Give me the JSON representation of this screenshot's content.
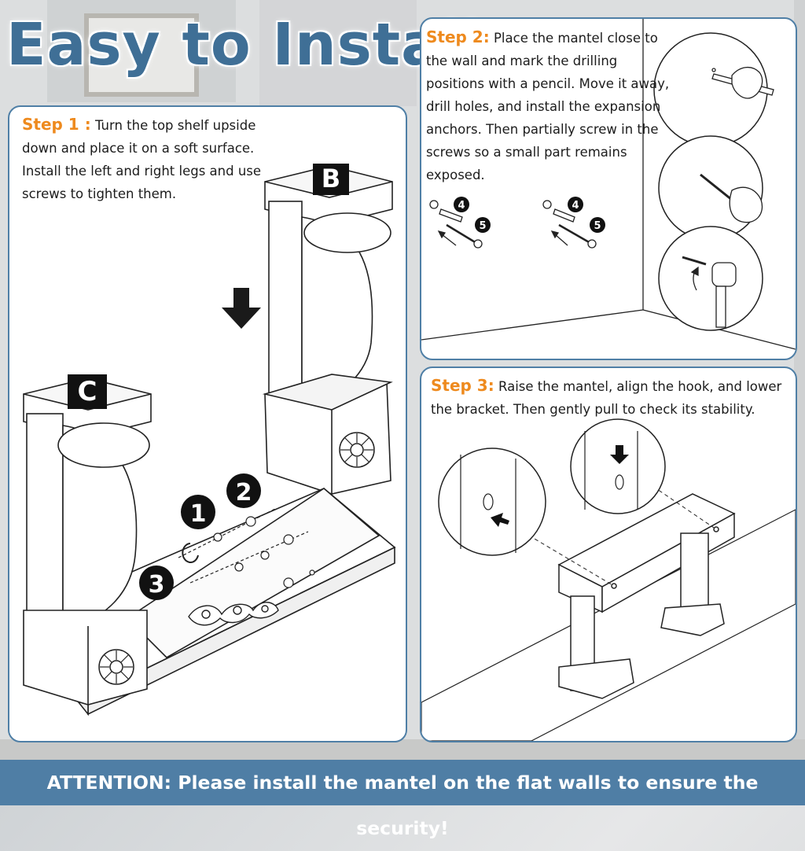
{
  "title": "Easy to Install",
  "step1": {
    "label": "Step 1 :",
    "text": "Turn the top shelf upside down and place it on a soft surface. Install the left and right legs and use screws to tighten them.",
    "leg_b": "B",
    "leg_c": "C",
    "parts": [
      "1",
      "2",
      "3"
    ]
  },
  "step2": {
    "label": "Step 2:",
    "text": "Place the mantel close to the wall and mark the drilling positions with a pencil. Move it away, drill holes, and install the expansion anchors. Then partially screw in the screws so a small part remains exposed.",
    "parts": [
      "4",
      "5",
      "4",
      "5"
    ]
  },
  "step3": {
    "label": "Step 3:",
    "text": "Raise the mantel, align the hook, and lower the bracket. Then gently pull to check its stability."
  },
  "attention": "ATTENTION: Please install the mantel on the flat walls to ensure the security!",
  "colors": {
    "title": "#3f6f96",
    "step_label": "#ee8a1e",
    "panel_border": "#4f7fa6",
    "banner": "#4f7ea5"
  }
}
